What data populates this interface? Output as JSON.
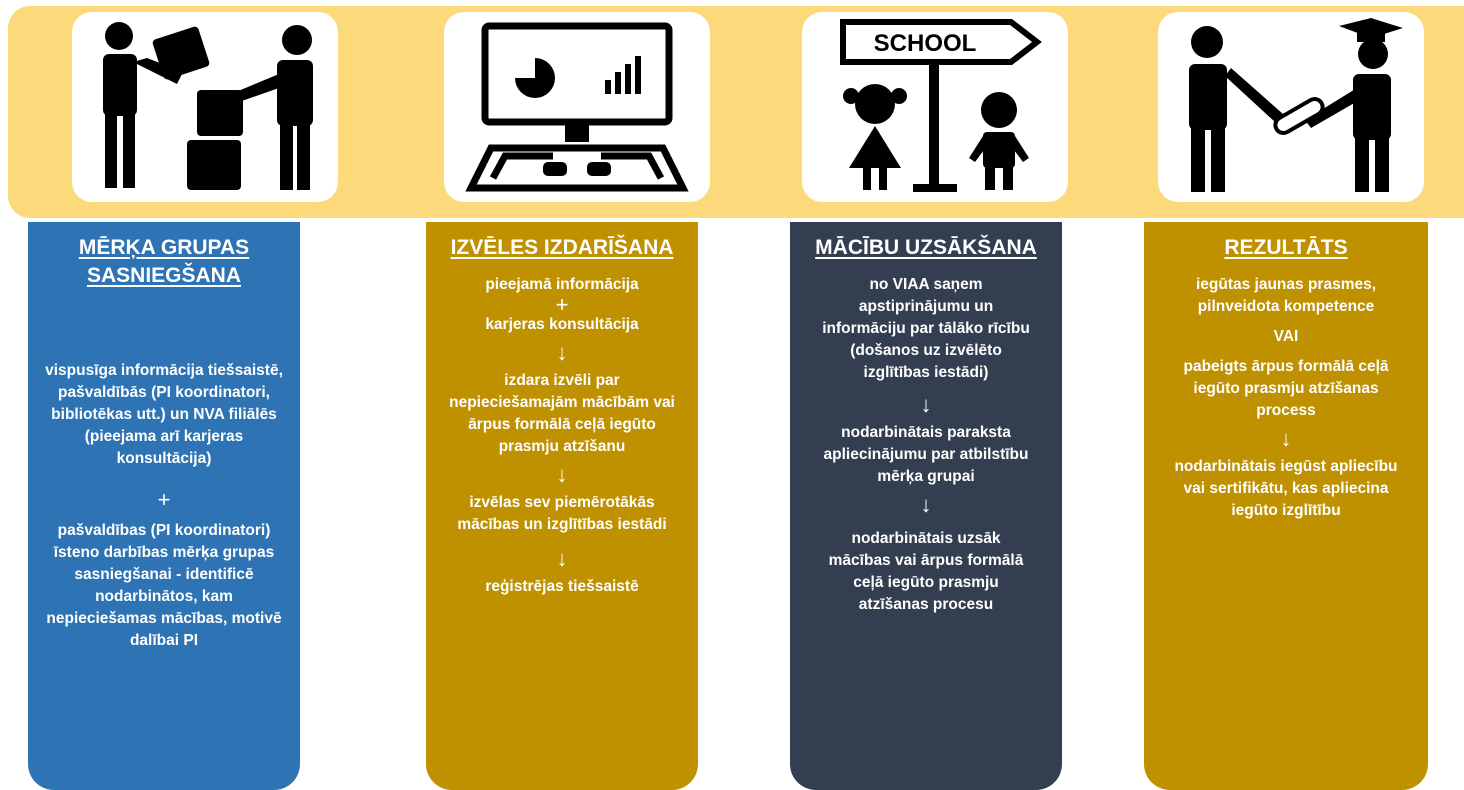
{
  "steps": [
    {
      "icon": "handing-box-icon",
      "color": "#2e74b5",
      "heading": "MĒRĶA GRUPAS SASNIEGŠANA",
      "p1": "vispusīga informācija tiešsaistē, pašvaldībās (PI koordinatori, bibliotēkas utt.) un NVA filiālēs (pieejama arī karjeras konsultācija)",
      "sym": "+",
      "p2": "pašvaldības (PI koordinatori) īsteno darbības mērķa grupas sasniegšanai - identificē nodarbinātos, kam nepieciešamas mācības, motivē dalībai PI"
    },
    {
      "icon": "computer-chart-icon",
      "color": "#bf9000",
      "heading": "IZVĒLES IZDARĪŠANA",
      "p1": "pieejamā informācija",
      "sym": "+",
      "p2": "karjeras konsultācija",
      "arrow": "↓",
      "p3": "izdara izvēli par nepieciešamajām mācībām vai ārpus formālā ceļā iegūto prasmju atzīšanu",
      "p4": "izvēlas sev piemērotākās mācības un izglītības iestādi",
      "p5": "reģistrējas tiešsaistē"
    },
    {
      "icon": "school-sign-icon",
      "color": "#333f50",
      "heading": "MĀCĪBU UZSĀKŠANA",
      "sign": "SCHOOL",
      "p1": "no VIAA saņem apstiprinājumu un informāciju par tālāko rīcību (došanos uz izvēlēto izglītības iestādi)",
      "arrow": "↓",
      "p2": "nodarbinātais paraksta apliecinājumu par atbilstību mērķa grupai",
      "p3": "nodarbinātais uzsāk mācības vai ārpus formālā ceļā iegūto prasmju atzīšanas procesu"
    },
    {
      "icon": "diploma-handover-icon",
      "color": "#bf9000",
      "heading": "REZULTĀTS",
      "p1": "iegūtas jaunas prasmes, pilnveidota kompetence",
      "mid": "VAI",
      "p2": "pabeigts ārpus formālā ceļā iegūto prasmju atzīšanas process",
      "arrow": "↓",
      "p3": "nodarbinātais iegūst apliecību vai sertifikātu, kas apliecina iegūto izglītību"
    }
  ],
  "colors": {
    "band": "#fcd97a",
    "card": "#ffffff"
  }
}
